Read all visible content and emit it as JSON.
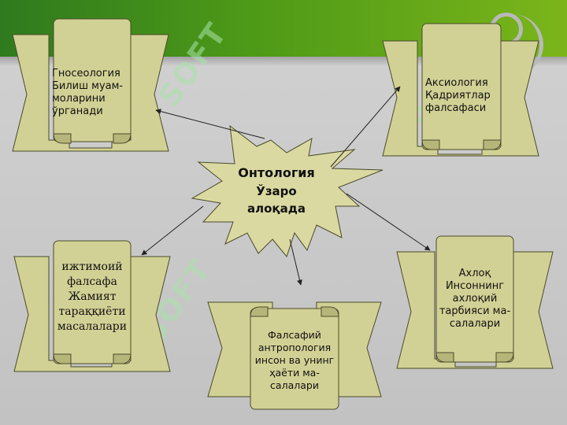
{
  "center": {
    "title": "Онтология",
    "lines": "Ўзаро\nалоқада"
  },
  "boxes": {
    "gnoseology": {
      "text": "Гносеология\nБилиш муам-\nмоларини\n ўрганади"
    },
    "axiology": {
      "text": "Аксиология\nҚадриятлар\nфалсафаси"
    },
    "social": {
      "text": "ижтимоий\nфалсафа\nЖамият\nтараққиёти\nмасалалари"
    },
    "anthropology": {
      "text": "Фалсафий\nантропология\nинсон ва унинг\nҳаёти ма-\nсалалари"
    },
    "ethics": {
      "text": "Ахлоқ\nИнсоннинг\nахлоқий\nтарбияси ма-\nсалалари"
    }
  },
  "watermark": "SOFT",
  "colors": {
    "banner": "#4e9a18",
    "scroll_fill": "#d2d195",
    "scroll_shade": "#b7b67a",
    "star_fill": "#dad9a2",
    "arrow": "#222222"
  }
}
